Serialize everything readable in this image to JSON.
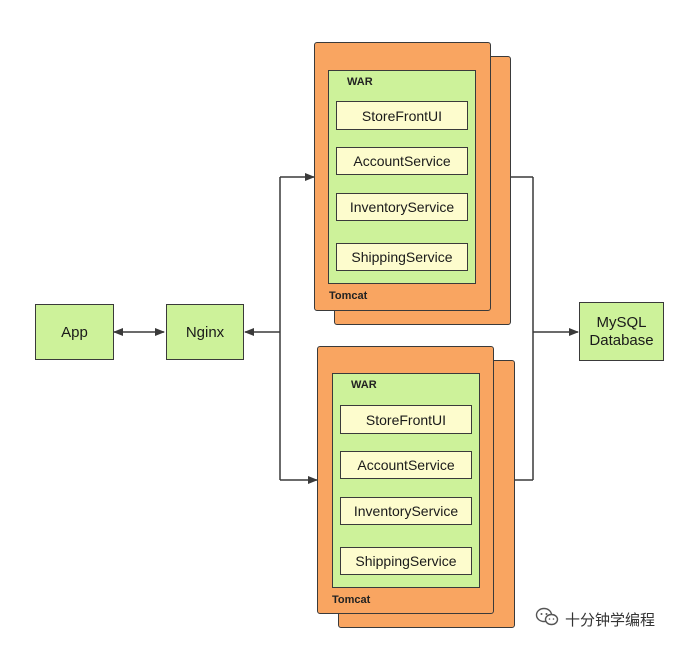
{
  "nodes": {
    "app": "App",
    "nginx": "Nginx",
    "db_line1": "MySQL",
    "db_line2": "Database"
  },
  "clusters": [
    {
      "container_label": "Tomcat",
      "war_label": "WAR",
      "services": [
        "StoreFrontUI",
        "AccountService",
        "InventoryService",
        "ShippingService"
      ]
    },
    {
      "container_label": "Tomcat",
      "war_label": "WAR",
      "services": [
        "StoreFrontUI",
        "AccountService",
        "InventoryService",
        "ShippingService"
      ]
    }
  ],
  "watermark": {
    "icon": "wechat-icon",
    "text": "十分钟学编程"
  },
  "colors": {
    "node_fill": "#cdf29a",
    "tomcat_fill": "#f9a561",
    "service_fill": "#fdfccd",
    "line": "#3a3a3a"
  }
}
